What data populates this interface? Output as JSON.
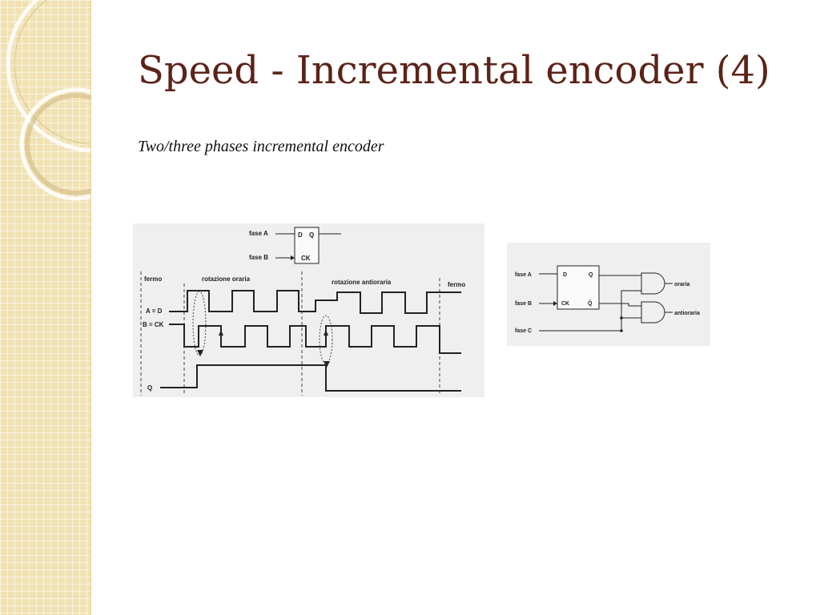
{
  "slide": {
    "title": "Speed - Incremental encoder (4)",
    "subtitle": "Two/three phases incremental encoder"
  },
  "timing_diagram": {
    "flipflop_inputs": [
      "fase A",
      "fase B"
    ],
    "flipflop_pins": [
      "D",
      "Q",
      "CK"
    ],
    "regions": [
      "fermo",
      "rotazione oraria",
      "rotazione antioraria",
      "fermo"
    ],
    "signals": [
      "A = D",
      "B = CK",
      "Q"
    ]
  },
  "logic_diagram": {
    "inputs": [
      "fase A",
      "fase B",
      "fase C"
    ],
    "flipflop_pins": [
      "D",
      "Q",
      "CK",
      "Q̄"
    ],
    "outputs": [
      "oraria",
      "antioraria"
    ]
  }
}
